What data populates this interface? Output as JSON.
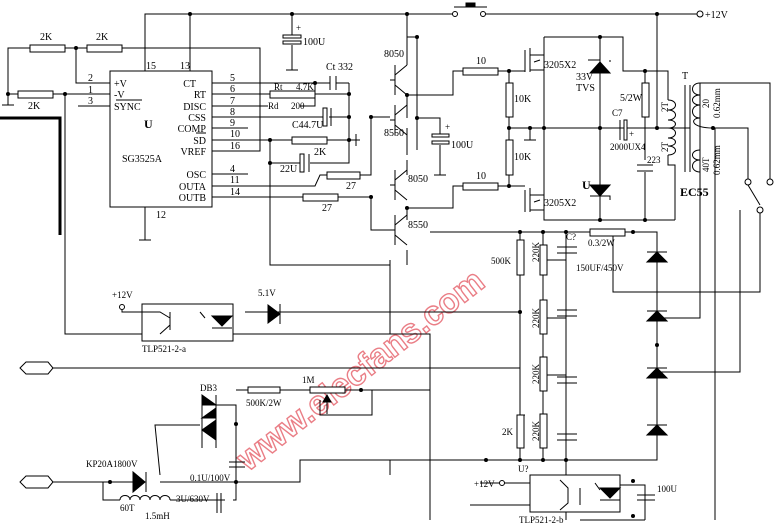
{
  "watermark": "www.elecfans.com",
  "supply": {
    "label": "+12V"
  },
  "ic": {
    "ref": "U",
    "part": "SG3525A",
    "left_pins": [
      {
        "num": "2",
        "name": "+V"
      },
      {
        "num": "1",
        "name": "-V"
      },
      {
        "num": "3",
        "name": "SYNC"
      }
    ],
    "top_pins": [
      "15",
      "13"
    ],
    "bottom_pin": "12",
    "right_pins": [
      {
        "num": "5",
        "name": "CT"
      },
      {
        "num": "6",
        "name": "RT"
      },
      {
        "num": "7",
        "name": "DISC"
      },
      {
        "num": "8",
        "name": "CSS"
      },
      {
        "num": "9",
        "name": "COMP"
      },
      {
        "num": "10",
        "name": "SD"
      },
      {
        "num": "16",
        "name": "VREF"
      },
      {
        "num": "4",
        "name": "OSC"
      },
      {
        "num": "11",
        "name": "OUTA"
      },
      {
        "num": "14",
        "name": "OUTB"
      }
    ]
  },
  "components": {
    "r_in1": "2K",
    "r_in2": "2K",
    "r_in3": "2K",
    "c_vcc": "100U",
    "c_plus": "+",
    "ct": "Ct 332",
    "rt_ref": "Rt",
    "rt_val": "4.7K",
    "rd_ref": "Rd",
    "rd_val": "200",
    "c4": "C44.7U",
    "r_sd": "2K",
    "c_sd": "22U",
    "r_outa": "27",
    "r_outb": "27",
    "q1": "8050",
    "q2": "8550",
    "q3": "8050",
    "q4": "8550",
    "c_drv": "100U",
    "rg1": "10",
    "rg2": "10",
    "rgs1": "10K",
    "rgs2": "10K",
    "mos1": "3205X2",
    "mos2": "3205X2",
    "tvs_v": "33V",
    "tvs": "TVS",
    "d_u": "U",
    "r_snub": "5/2W",
    "c7_ref": "C7",
    "c7_val": "2000UX4",
    "c_223": "223",
    "t_ref": "T",
    "t_core": "EC55",
    "pri1": "2T",
    "pri2": "2T",
    "sec1_turns": "20",
    "sec1_wire": "0.62mm",
    "sec2_turns": "40T",
    "sec2_wire": "0.62mm",
    "r_500k": "500K",
    "r_220k_1": "220K",
    "r_220k_2": "220K",
    "r_220k_3": "220K",
    "r_220k_4": "220K",
    "c_q": "C?",
    "c_bulk": "150UF/450V",
    "r_shunt": "0.3/2W",
    "r_2k": "2K",
    "u_q": "U?",
    "opto_a": "TLP521-2-a",
    "opto_b": "TLP521-2-b",
    "zener": "5.1V",
    "c_opto": "100U",
    "db3": "DB3",
    "scr": "KP20A1800V",
    "r_500k2w": "500K/2W",
    "pot": "1M",
    "c_trig": "0.1U/100V",
    "l_turns": "60T",
    "l_val": "1.5mH",
    "c_630": "3U/630V"
  }
}
